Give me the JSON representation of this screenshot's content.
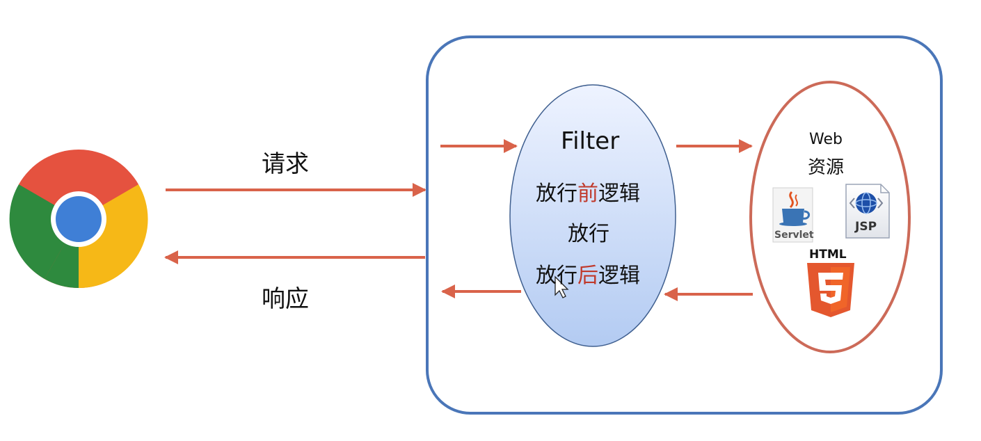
{
  "client": {
    "icon": "chrome-browser-icon"
  },
  "request_label": "请求",
  "response_label": "响应",
  "filter": {
    "title": "Filter",
    "line1": {
      "before": "放行",
      "highlight": "前",
      "after": "逻辑"
    },
    "line2": "放行",
    "line3": {
      "before": "放行",
      "highlight": "后",
      "after": "逻辑"
    }
  },
  "web_resources": {
    "title": "Web",
    "subtitle": "资源",
    "servlet_label": "Servlet",
    "jsp_label": "JSP",
    "html_label": "HTML"
  },
  "colors": {
    "container_border": "#4a76b8",
    "arrow": "#d9634a",
    "filter_fill_top": "#e7efff",
    "filter_fill_bottom": "#b7cef3",
    "web_border": "#cc6a58",
    "highlight_text": "#c0392b"
  }
}
